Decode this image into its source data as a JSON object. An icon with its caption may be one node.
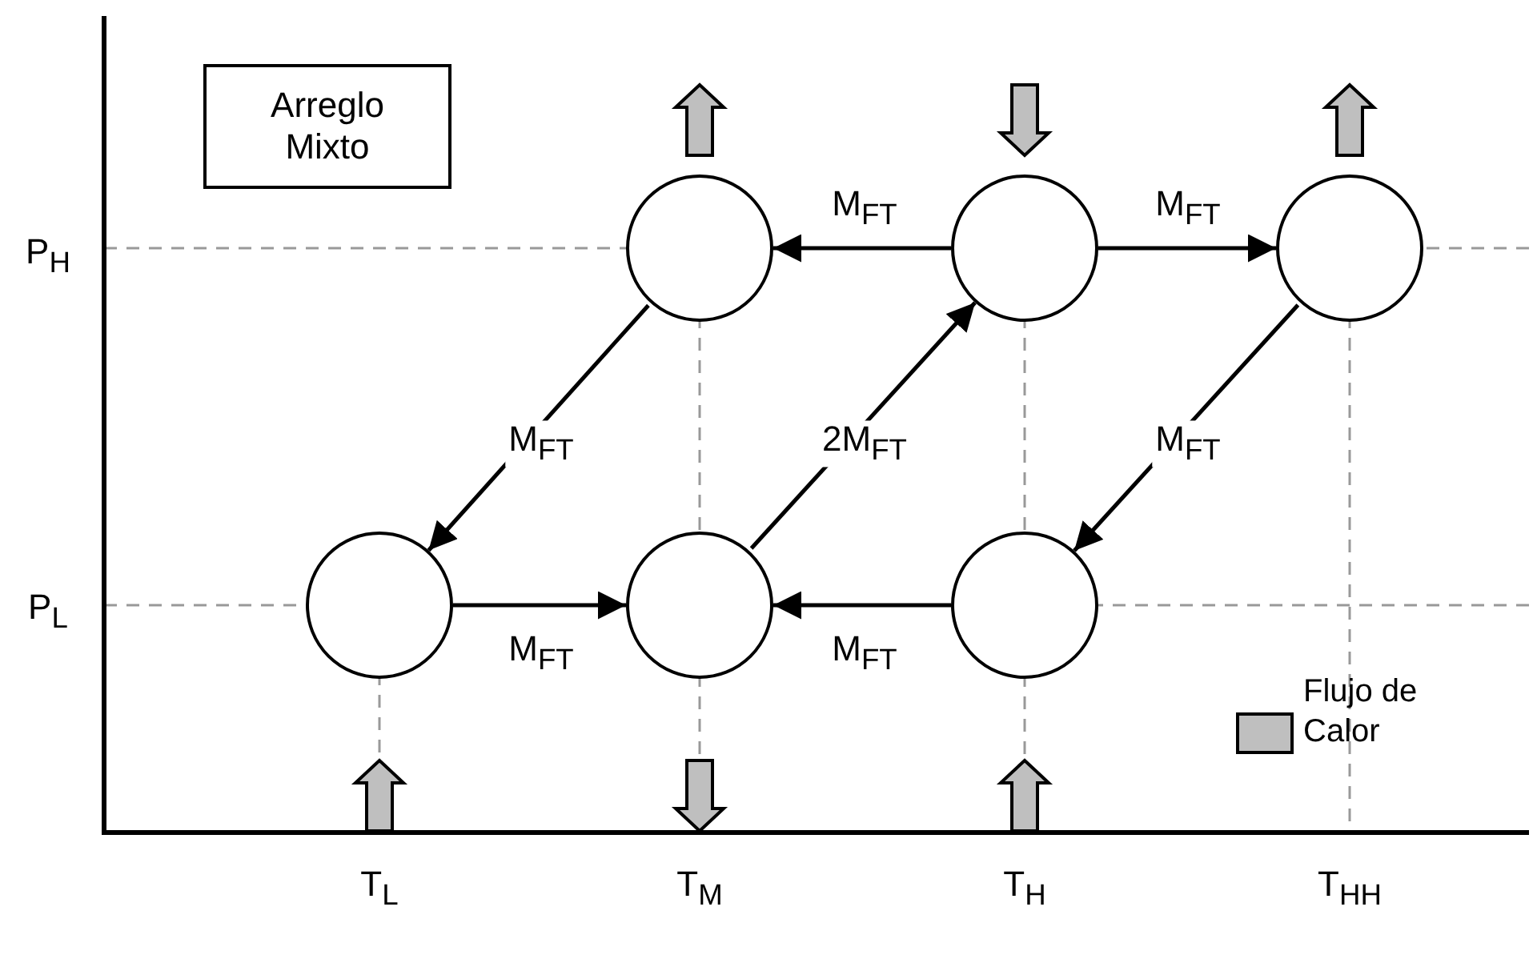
{
  "diagram": {
    "nodes": [
      {
        "text": [
          "Arreglo Mixto"
        ]
      },
      {
        "text": [],
        "shape": "circle"
      },
      {
        "text": [],
        "shape": "circle"
      },
      {
        "text": [],
        "shape": "circle"
      },
      {
        "text": [],
        "shape": "circle"
      },
      {
        "text": [],
        "shape": "circle"
      },
      {
        "text": [],
        "shape": "circle"
      }
    ],
    "edges": [
      {
        "from": 2,
        "to": 1,
        "arrow": "to",
        "label": "M$_{FT}$"
      },
      {
        "from": 2,
        "to": 3,
        "arrow": "to",
        "label": "M$_{FT}$"
      },
      {
        "from": 1,
        "to": 4,
        "arrow": "to",
        "label": "M$_{FT}$"
      },
      {
        "from": 5,
        "to": 2,
        "arrow": "to",
        "label": "2M$_{FT}$"
      },
      {
        "from": 3,
        "to": 6,
        "arrow": "to",
        "label": "M$_{FT}$"
      },
      {
        "from": 4,
        "to": 5,
        "arrow": "to",
        "label": "M$_{FT}$"
      },
      {
        "from": 6,
        "to": 5,
        "arrow": "to",
        "label": "M$_{FT}$"
      }
    ],
    "labels": [
      "P$_{H}$",
      "P$_{L}$",
      "T$_{L}$",
      "T$_{M}$",
      "T$_{H}$",
      "T$_{HH}$"
    ],
    "legend": [
      {
        "text": "Flujo de Calor",
        "color": "#bfbfbf"
      }
    ]
  }
}
